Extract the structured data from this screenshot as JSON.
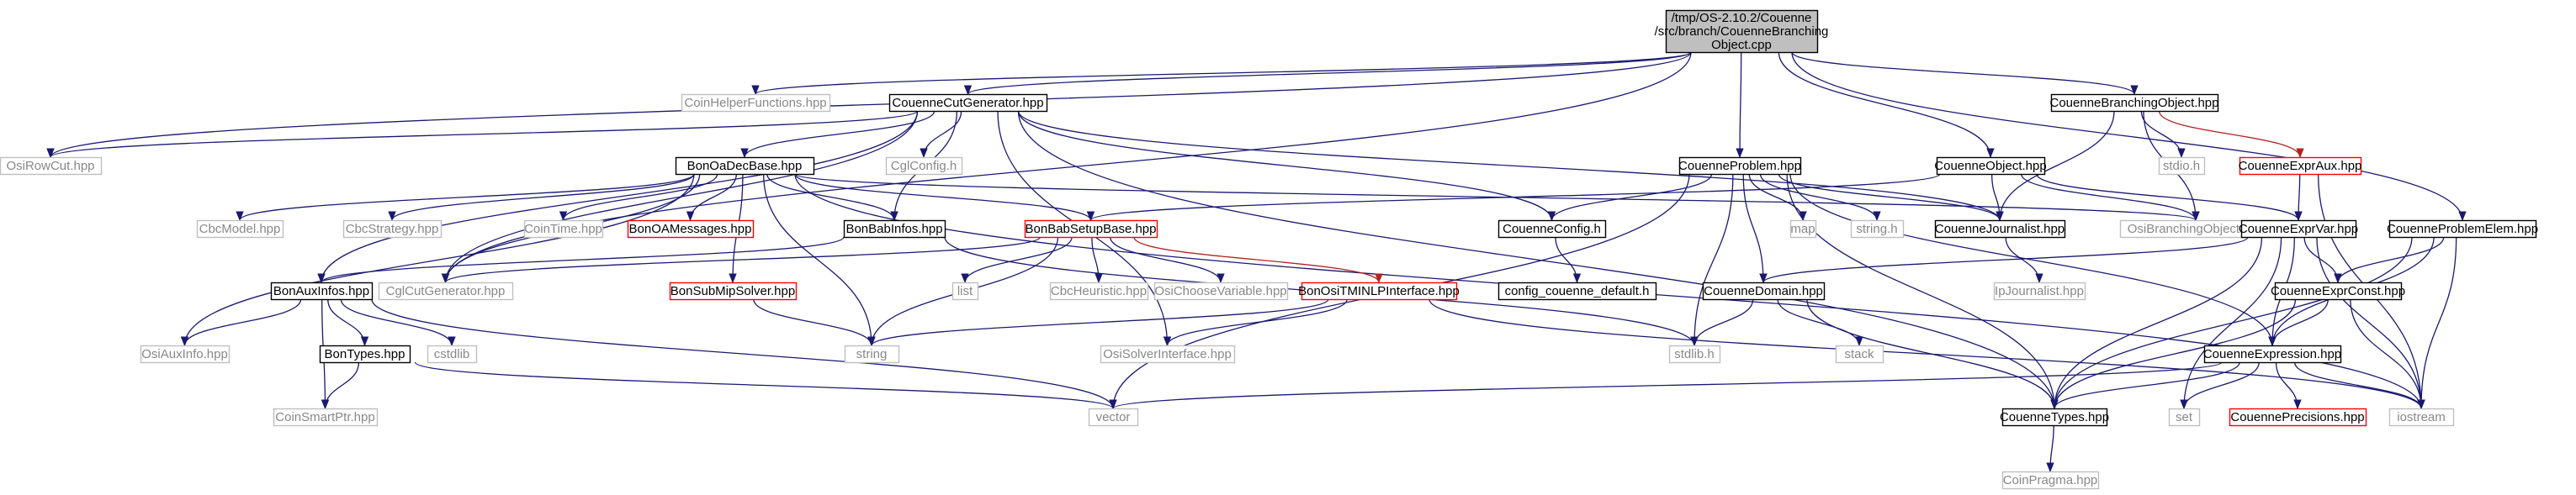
{
  "colors": {
    "edge": "#191970",
    "edge_alt": "#b22222",
    "box_border_normal": "#000000",
    "box_border_truncated": "#ff0000",
    "box_border_system": "#bfbfbf",
    "root_fill": "#bfbfbf",
    "text_normal": "#000000",
    "text_system": "#888888"
  },
  "nodes": [
    {
      "id": "root",
      "lines": [
        "/tmp/OS-2.10.2/Couenne",
        "/src/branch/CouenneBranching",
        "Object.cpp"
      ],
      "kind": "root"
    },
    {
      "id": "CoinHelperFunctions",
      "lines": [
        "CoinHelperFunctions.hpp"
      ],
      "kind": "system"
    },
    {
      "id": "CouenneCutGenerator",
      "lines": [
        "CouenneCutGenerator.hpp"
      ],
      "kind": "normal"
    },
    {
      "id": "OsiRowCut",
      "lines": [
        "OsiRowCut.hpp"
      ],
      "kind": "system"
    },
    {
      "id": "CglConfig",
      "lines": [
        "CglConfig.h"
      ],
      "kind": "system"
    },
    {
      "id": "BonOaDecBase",
      "lines": [
        "BonOaDecBase.hpp"
      ],
      "kind": "normal"
    },
    {
      "id": "CbcModel",
      "lines": [
        "CbcModel.hpp"
      ],
      "kind": "system"
    },
    {
      "id": "CbcStrategy",
      "lines": [
        "CbcStrategy.hpp"
      ],
      "kind": "system"
    },
    {
      "id": "CoinTime",
      "lines": [
        "CoinTime.hpp"
      ],
      "kind": "system"
    },
    {
      "id": "BonOAMessages",
      "lines": [
        "BonOAMessages.hpp"
      ],
      "kind": "truncated"
    },
    {
      "id": "BonBabInfos",
      "lines": [
        "BonBabInfos.hpp"
      ],
      "kind": "normal"
    },
    {
      "id": "BonBabSetupBase",
      "lines": [
        "BonBabSetupBase.hpp"
      ],
      "kind": "truncated"
    },
    {
      "id": "BonAuxInfos",
      "lines": [
        "BonAuxInfos.hpp"
      ],
      "kind": "normal"
    },
    {
      "id": "CglCutGenerator",
      "lines": [
        "CglCutGenerator.hpp"
      ],
      "kind": "system"
    },
    {
      "id": "BonSubMipSolver",
      "lines": [
        "BonSubMipSolver.hpp"
      ],
      "kind": "truncated"
    },
    {
      "id": "list",
      "lines": [
        "list"
      ],
      "kind": "system"
    },
    {
      "id": "CbcHeuristic",
      "lines": [
        "CbcHeuristic.hpp"
      ],
      "kind": "system"
    },
    {
      "id": "OsiChooseVariable",
      "lines": [
        "OsiChooseVariable.hpp"
      ],
      "kind": "system"
    },
    {
      "id": "BonOsiTMINLPInterface",
      "lines": [
        "BonOsiTMINLPInterface.hpp"
      ],
      "kind": "truncated"
    },
    {
      "id": "OsiAuxInfo",
      "lines": [
        "OsiAuxInfo.hpp"
      ],
      "kind": "system"
    },
    {
      "id": "BonTypes",
      "lines": [
        "BonTypes.hpp"
      ],
      "kind": "normal"
    },
    {
      "id": "cstdlib",
      "lines": [
        "cstdlib"
      ],
      "kind": "system"
    },
    {
      "id": "CoinSmartPtr",
      "lines": [
        "CoinSmartPtr.hpp"
      ],
      "kind": "system"
    },
    {
      "id": "string",
      "lines": [
        "string"
      ],
      "kind": "system"
    },
    {
      "id": "OsiSolverInterface",
      "lines": [
        "OsiSolverInterface.hpp"
      ],
      "kind": "system"
    },
    {
      "id": "vector",
      "lines": [
        "vector"
      ],
      "kind": "system"
    },
    {
      "id": "CouenneProblem",
      "lines": [
        "CouenneProblem.hpp"
      ],
      "kind": "normal"
    },
    {
      "id": "CouenneConfig",
      "lines": [
        "CouenneConfig.h"
      ],
      "kind": "normal"
    },
    {
      "id": "config_couenne_default",
      "lines": [
        "config_couenne_default.h"
      ],
      "kind": "normal"
    },
    {
      "id": "map",
      "lines": [
        "map"
      ],
      "kind": "system"
    },
    {
      "id": "stringh",
      "lines": [
        "string.h"
      ],
      "kind": "system"
    },
    {
      "id": "CouenneDomain",
      "lines": [
        "CouenneDomain.hpp"
      ],
      "kind": "normal"
    },
    {
      "id": "stack",
      "lines": [
        "stack"
      ],
      "kind": "system"
    },
    {
      "id": "stdlib",
      "lines": [
        "stdlib.h"
      ],
      "kind": "system"
    },
    {
      "id": "CouenneObject",
      "lines": [
        "CouenneObject.hpp"
      ],
      "kind": "normal"
    },
    {
      "id": "CouenneJournalist",
      "lines": [
        "CouenneJournalist.hpp"
      ],
      "kind": "normal"
    },
    {
      "id": "IpJournalist",
      "lines": [
        "IpJournalist.hpp"
      ],
      "kind": "system"
    },
    {
      "id": "OsiBranchingObject",
      "lines": [
        "OsiBranchingObject.hpp"
      ],
      "kind": "system"
    },
    {
      "id": "CouenneBranchingObject",
      "lines": [
        "CouenneBranchingObject.hpp"
      ],
      "kind": "normal"
    },
    {
      "id": "stdio",
      "lines": [
        "stdio.h"
      ],
      "kind": "system"
    },
    {
      "id": "CouenneExprAux",
      "lines": [
        "CouenneExprAux.hpp"
      ],
      "kind": "truncated"
    },
    {
      "id": "CouenneExprVar",
      "lines": [
        "CouenneExprVar.hpp"
      ],
      "kind": "normal"
    },
    {
      "id": "CouenneProblemElem",
      "lines": [
        "CouenneProblemElem.hpp"
      ],
      "kind": "normal"
    },
    {
      "id": "CouenneExprConst",
      "lines": [
        "CouenneExprConst.hpp"
      ],
      "kind": "normal"
    },
    {
      "id": "CouenneExpression",
      "lines": [
        "CouenneExpression.hpp"
      ],
      "kind": "normal"
    },
    {
      "id": "CouenneTypes",
      "lines": [
        "CouenneTypes.hpp"
      ],
      "kind": "normal"
    },
    {
      "id": "set",
      "lines": [
        "set"
      ],
      "kind": "system"
    },
    {
      "id": "CouennePrecisions",
      "lines": [
        "CouennePrecisions.hpp"
      ],
      "kind": "truncated"
    },
    {
      "id": "iostream",
      "lines": [
        "iostream"
      ],
      "kind": "system"
    },
    {
      "id": "CoinPragma",
      "lines": [
        "CoinPragma.hpp"
      ],
      "kind": "system"
    }
  ]
}
